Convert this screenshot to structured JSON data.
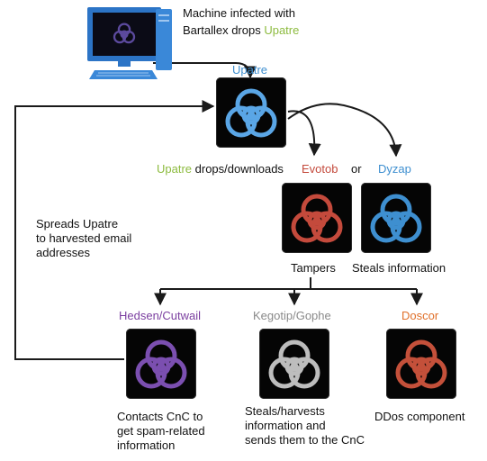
{
  "colors": {
    "upatre": "#8dbb3f",
    "evotob": "#c44a3c",
    "dyzap": "#3e8fd0",
    "hedsen": "#7b3fa0",
    "kegotip": "#8a8a8a",
    "doscor": "#e0702a",
    "arrow": "#1a1a1a"
  },
  "top": {
    "line1": "Machine infected with",
    "line2_prefix": "Bartallex drops ",
    "line2_name": "Upatre"
  },
  "upatre_title": "Upatre",
  "drops": {
    "name": "Upatre",
    "text": " drops/downloads"
  },
  "evotob": "Evotob",
  "or_text": "or",
  "dyzap": "Dyzap",
  "spreads": [
    "Spreads Upatre",
    "to harvested email",
    "addresses"
  ],
  "tampers": "Tampers",
  "steals_info": "Steals information",
  "hedsen": "Hedsen/Cutwail",
  "kegotip": "Kegotip/Gophe",
  "doscor": "Doscor",
  "contacts": [
    "Contacts CnC to",
    "get spam-related",
    "information"
  ],
  "harvests": [
    "Steals/harvests",
    "information and",
    "sends them to the CnC"
  ],
  "ddos": "DDos component",
  "icons": {
    "computer": "computer-icon",
    "biohazard": "biohazard-icon"
  }
}
